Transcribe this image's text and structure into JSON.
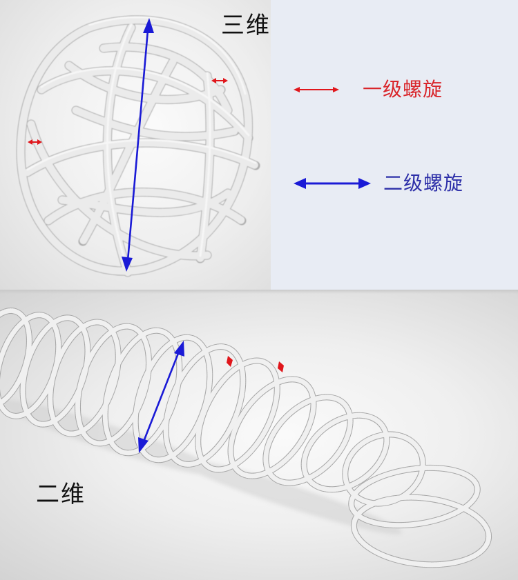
{
  "labels": {
    "three_d": "三维",
    "two_d": "二维"
  },
  "legend": {
    "items": [
      {
        "label": "一级螺旋",
        "color": "#d9262b",
        "icon": "thin-red-double-arrow-icon"
      },
      {
        "label": "二级螺旋",
        "color": "#2d2fa8",
        "icon": "thick-blue-double-arrow-icon"
      }
    ]
  },
  "colors": {
    "legend_background": "#e8ecf4",
    "primary_helix": "#e0161b",
    "secondary_helix": "#1a1ad6",
    "spring_metal": "#b9b9b9"
  },
  "annotations": {
    "three_d": {
      "secondary_arrow": {
        "from": [
          215,
          28
        ],
        "to": [
          183,
          392
        ]
      },
      "primary_arrows": [
        {
          "at": [
            50,
            206
          ]
        },
        {
          "at": [
            318,
            117
          ]
        }
      ]
    },
    "two_d": {
      "secondary_arrow": {
        "from": [
          265,
          495
        ],
        "to": [
          202,
          656
        ]
      },
      "primary_arrows": [
        {
          "at": [
            334,
            522
          ]
        },
        {
          "at": [
            408,
            530
          ]
        }
      ]
    }
  }
}
